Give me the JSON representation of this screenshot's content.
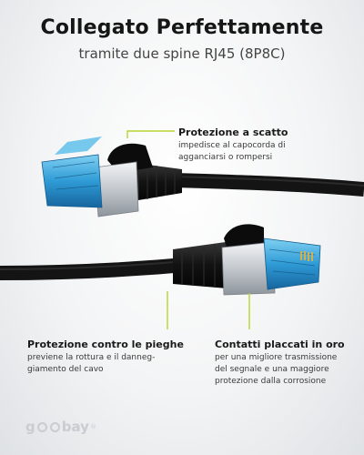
{
  "header": {
    "title": "Collegato Perfettamente",
    "subtitle": "tramite due spine RJ45 (8P8C)"
  },
  "callouts": {
    "clip": {
      "title": "Protezione a scatto",
      "text": "impedisce al capocorda di\nagganciarsi o rompersi"
    },
    "bend": {
      "title": "Protezione contro le pieghe",
      "text": "previene la rottura e il danneg-\ngiamento del cavo"
    },
    "gold": {
      "title": "Contatti placcati in oro",
      "text": "per una migliore trasmissione\ndel segnale e una maggiore\nprotezione dalla corrosione"
    }
  },
  "brand": {
    "name_start": "g",
    "name_end": "bay",
    "reg": "®"
  },
  "colors": {
    "accent_line": "#b8d430",
    "cable": "#141414",
    "clip_blue": "#2f9bd6",
    "metal": "#c9cdd1"
  }
}
